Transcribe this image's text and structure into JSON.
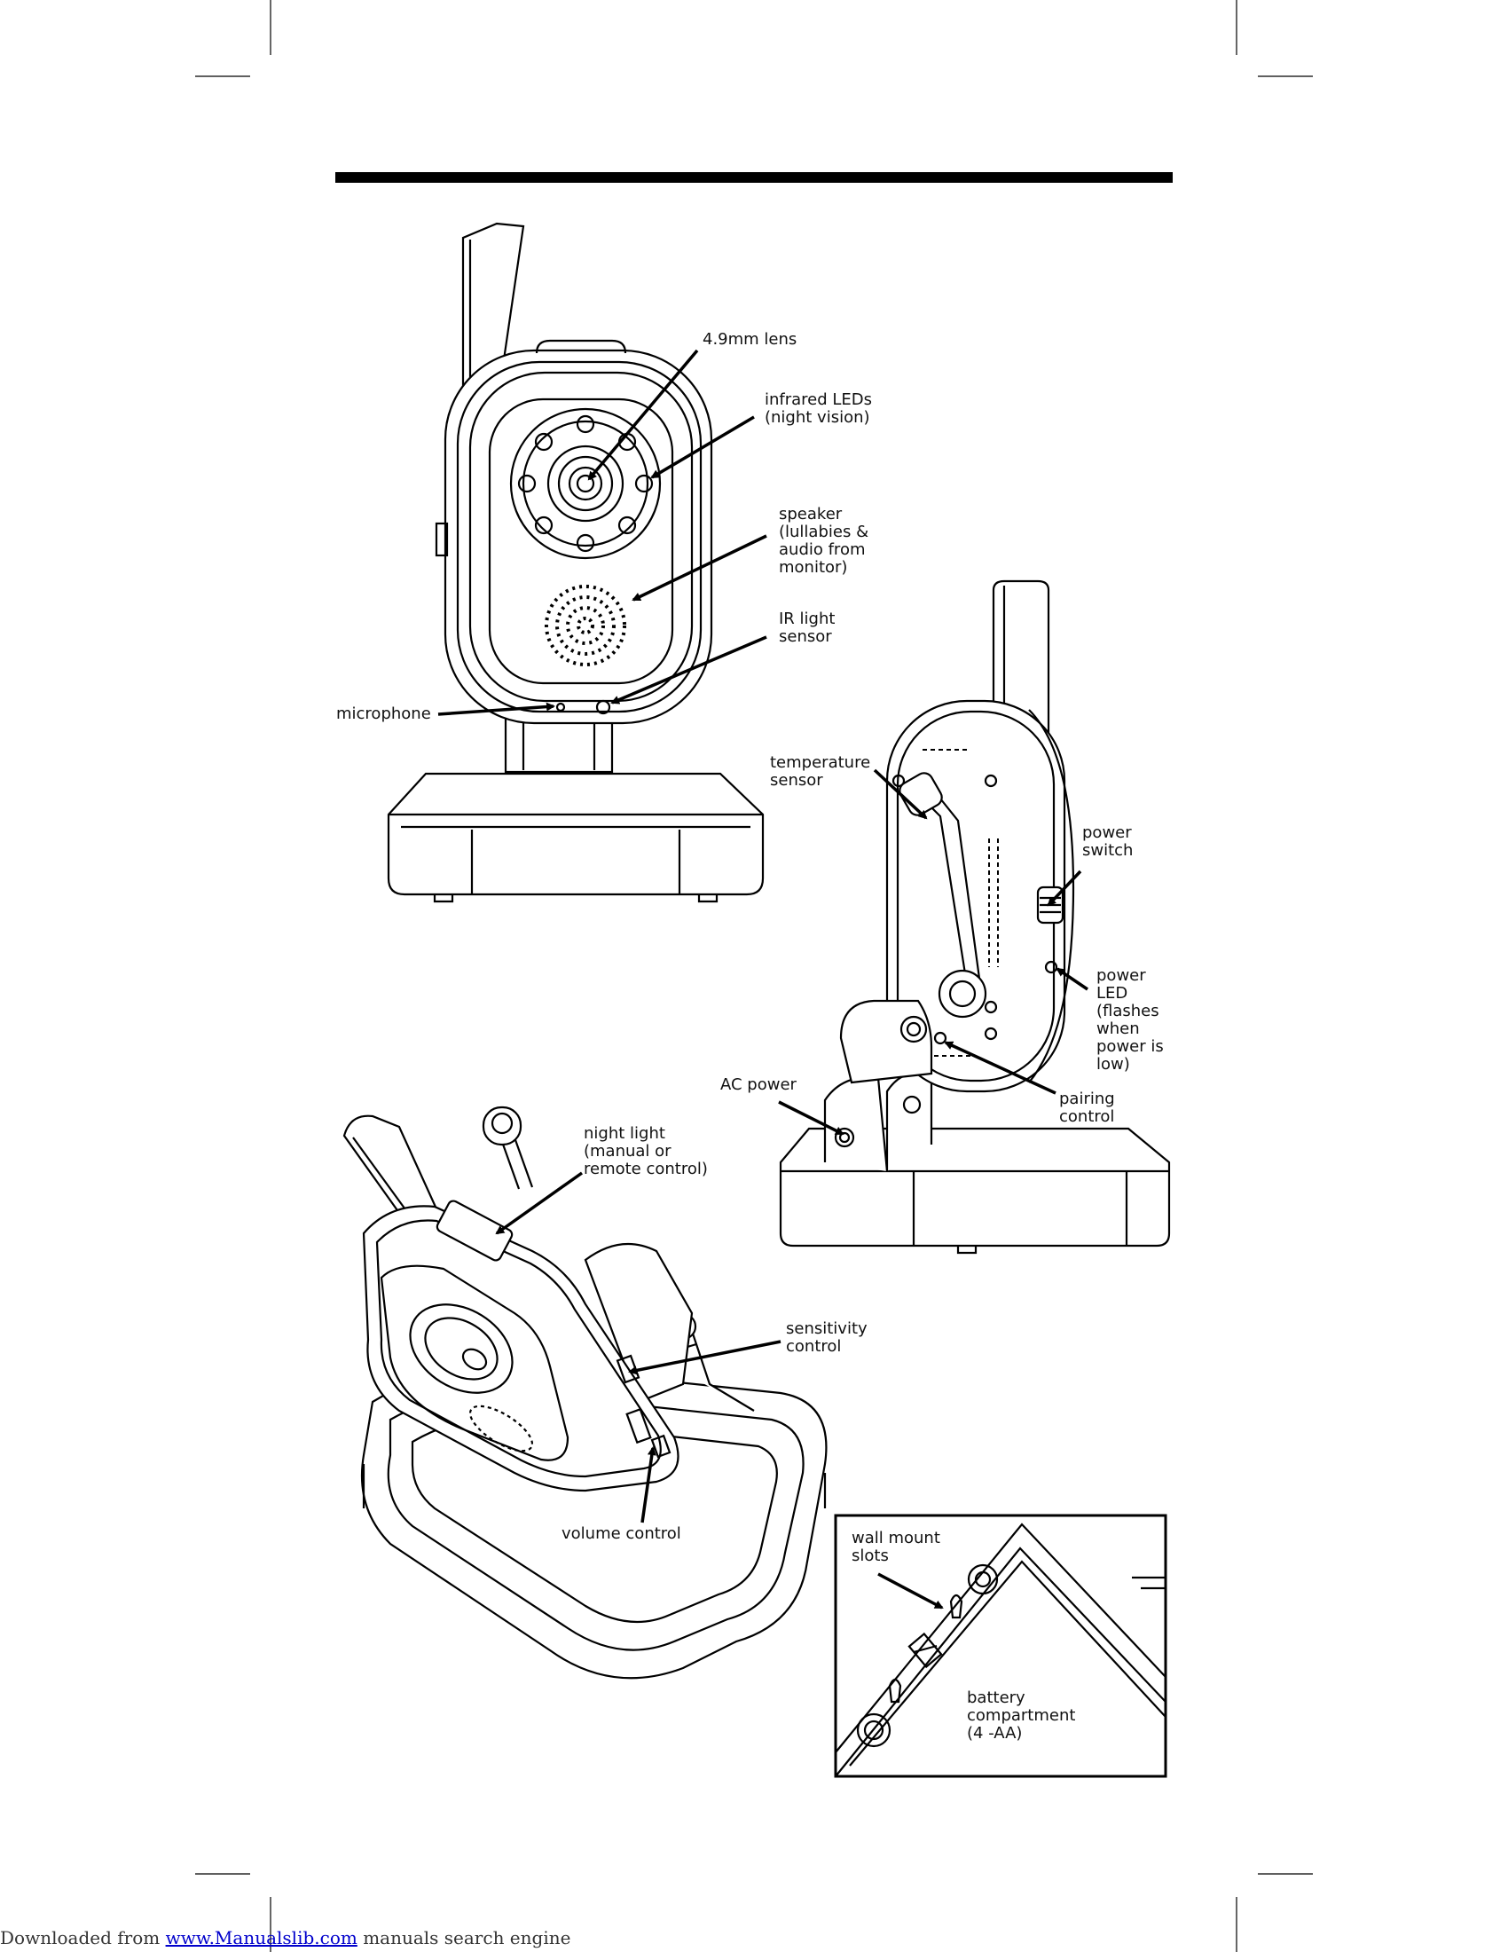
{
  "labels": {
    "lens": "4.9mm lens",
    "infrared": "infrared LEDs\n(night vision)",
    "speaker": "speaker\n(lullabies &\naudio from\nmonitor)",
    "ir_sensor": "IR light\nsensor",
    "microphone": "microphone",
    "temperature": "temperature\nsensor",
    "power_switch": "power\nswitch",
    "power_led": "power\nLED\n(flashes\nwhen\npower is\nlow)",
    "ac_power": "AC power",
    "pairing": "pairing\ncontrol",
    "night_light": "night light\n(manual or\nremote control)",
    "sensitivity": "sensitivity\ncontrol",
    "volume": "volume control",
    "wall_mount": "wall mount\nslots",
    "battery": "battery\ncompartment\n(4 -AA)"
  },
  "footer": {
    "prefix": "Downloaded from",
    "link": "www.Manualslib.com",
    "suffix": " manuals search engine"
  }
}
